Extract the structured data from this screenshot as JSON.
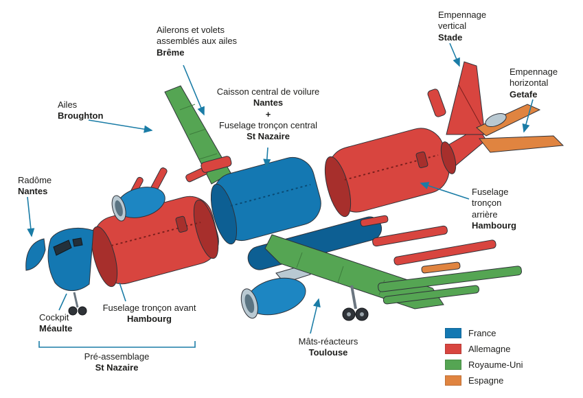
{
  "colors": {
    "arrow": "#1a7ca6",
    "france": "#1478b2",
    "allemagne": "#d8453f",
    "royaume_uni": "#55a553",
    "espagne": "#e08440"
  },
  "labels": {
    "breme": {
      "l1": "Ailerons et volets",
      "l2": "assemblés aux ailes",
      "city": "Brême"
    },
    "stade": {
      "l1": "Empennage",
      "l2": "vertical",
      "city": "Stade"
    },
    "getafe": {
      "l1": "Empennage",
      "l2": "horizontal",
      "city": "Getafe"
    },
    "broughton": {
      "l1": "Ailes",
      "city": "Broughton"
    },
    "center": {
      "l1": "Caisson central de voilure",
      "city1": "Nantes",
      "plus": "+",
      "l2": "Fuselage tronçon central",
      "city2": "St Nazaire"
    },
    "radome": {
      "l1": "Radôme",
      "city": "Nantes"
    },
    "arriere": {
      "l1": "Fuselage",
      "l2": "tronçon",
      "l3": "arrière",
      "city": "Hambourg"
    },
    "cockpit": {
      "l1": "Cockpit",
      "city": "Méaulte"
    },
    "avant": {
      "l1": "Fuselage tronçon avant",
      "city": "Hambourg"
    },
    "preassemblage": {
      "l1": "Pré-assemblage",
      "city": "St Nazaire"
    },
    "mats": {
      "l1": "Mâts-réacteurs",
      "city": "Toulouse"
    }
  },
  "legend": {
    "items": [
      {
        "label": "France",
        "color": "#1478b2"
      },
      {
        "label": "Allemagne",
        "color": "#d8453f"
      },
      {
        "label": "Royaume-Uni",
        "color": "#55a553"
      },
      {
        "label": "Espagne",
        "color": "#e08440"
      }
    ]
  }
}
